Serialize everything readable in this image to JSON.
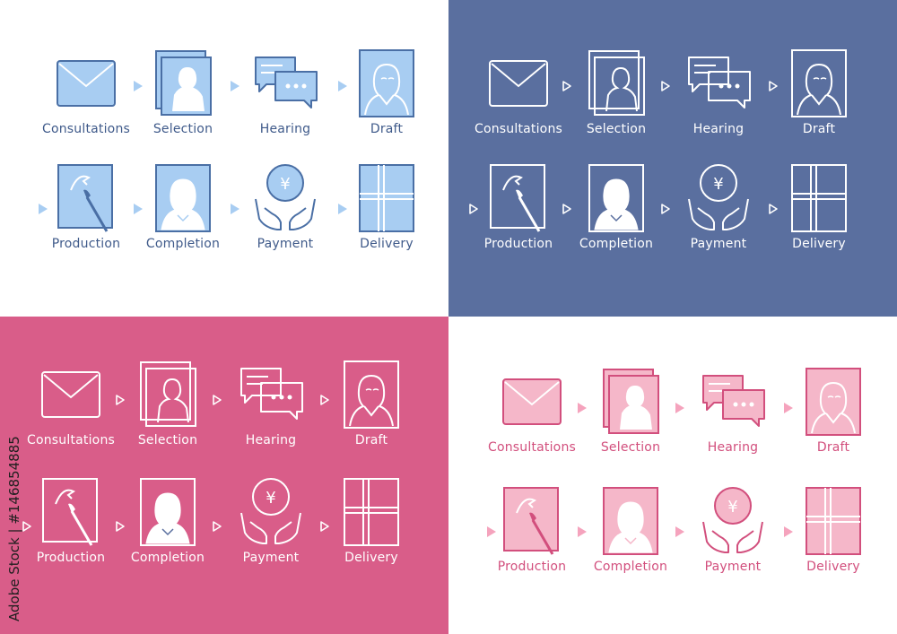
{
  "steps": [
    {
      "label": "Consultations",
      "icon": "envelope-icon"
    },
    {
      "label": "Selection",
      "icon": "portrait-cards-icon"
    },
    {
      "label": "Hearing",
      "icon": "speech-bubbles-icon"
    },
    {
      "label": "Draft",
      "icon": "sketch-portrait-icon"
    },
    {
      "label": "Production",
      "icon": "brush-canvas-icon"
    },
    {
      "label": "Completion",
      "icon": "finished-portrait-icon"
    },
    {
      "label": "Payment",
      "icon": "yen-coin-hands-icon"
    },
    {
      "label": "Delivery",
      "icon": "wrapped-package-icon"
    }
  ],
  "panels": [
    {
      "id": "light-blue",
      "background": "#ffffff",
      "text_color": "#3f5a8a",
      "stroke": "#4a6fa5",
      "fill": "#a8cdf2",
      "detail": "#ffffff",
      "arrow": "#a8cdf2"
    },
    {
      "id": "navy-outline",
      "background": "#5a6f9f",
      "text_color": "#ffffff",
      "stroke": "#ffffff",
      "fill": "none",
      "detail": "#ffffff",
      "arrow": "#ffffff"
    },
    {
      "id": "pink-outline",
      "background": "#d95d89",
      "text_color": "#ffffff",
      "stroke": "#ffffff",
      "fill": "none",
      "detail": "#ffffff",
      "arrow": "#ffffff"
    },
    {
      "id": "light-pink",
      "background": "#ffffff",
      "text_color": "#d24f7d",
      "stroke": "#d24f7d",
      "fill": "#f5b7c9",
      "detail": "#ffffff",
      "arrow": "#f5a3bd"
    }
  ],
  "side_text": "Adobe Stock | #146854885"
}
